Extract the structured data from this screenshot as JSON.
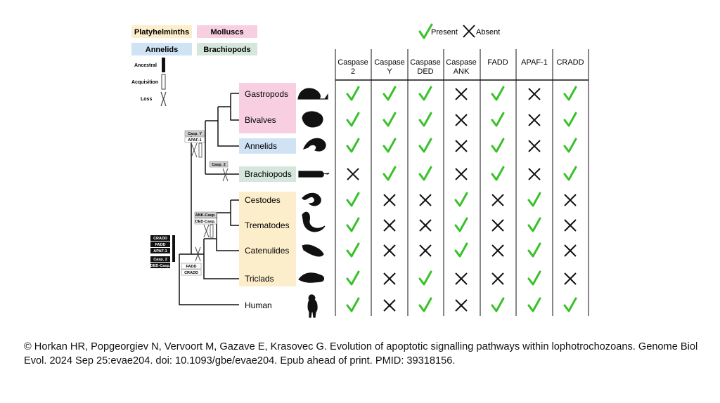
{
  "legend": {
    "groups": [
      {
        "label": "Platyhelminths",
        "color": "#fdeecb"
      },
      {
        "label": "Molluscs",
        "color": "#f8cfe0"
      },
      {
        "label": "Annelids",
        "color": "#cfe3f5"
      },
      {
        "label": "Brachiopods",
        "color": "#d5e6dc"
      }
    ],
    "events": {
      "ancestral": "Ancestral",
      "acquisition": "Acquisition",
      "loss": "Loss"
    },
    "present": "Present",
    "absent": "Absent"
  },
  "colors": {
    "check": "#39c12a",
    "cross": "#111111"
  },
  "columns": [
    [
      "Caspase",
      "2"
    ],
    [
      "Caspase",
      "Y"
    ],
    [
      "Caspase",
      "DED"
    ],
    [
      "Caspase",
      "ANK"
    ],
    [
      "FADD"
    ],
    [
      "APAF-1"
    ],
    [
      "CRADD"
    ]
  ],
  "taxa": [
    {
      "name": "Gastropods",
      "group": "Molluscs",
      "silhouette": "snail-icon",
      "values": [
        1,
        1,
        1,
        0,
        1,
        0,
        1
      ]
    },
    {
      "name": "Bivalves",
      "group": "Molluscs",
      "silhouette": "bivalve-icon",
      "values": [
        1,
        1,
        1,
        0,
        1,
        0,
        1
      ]
    },
    {
      "name": "Annelids",
      "group": "Annelids",
      "silhouette": "annelid-worm-icon",
      "values": [
        1,
        1,
        1,
        0,
        1,
        0,
        1
      ]
    },
    {
      "name": "Brachiopods",
      "group": "Brachiopods",
      "silhouette": "brachiopod-icon",
      "values": [
        0,
        1,
        1,
        0,
        1,
        0,
        1
      ]
    },
    {
      "name": "Cestodes",
      "group": "Platyhelminths",
      "silhouette": "tapeworm-icon",
      "values": [
        1,
        0,
        0,
        1,
        0,
        1,
        0
      ]
    },
    {
      "name": "Trematodes",
      "group": "Platyhelminths",
      "silhouette": "fluke-icon",
      "values": [
        1,
        0,
        0,
        1,
        0,
        1,
        0
      ]
    },
    {
      "name": "Catenulides",
      "group": "Platyhelminths",
      "silhouette": "catenulid-icon",
      "values": [
        1,
        0,
        0,
        1,
        0,
        1,
        0
      ]
    },
    {
      "name": "Triclads",
      "group": "Platyhelminths",
      "silhouette": "planarian-icon",
      "values": [
        1,
        0,
        1,
        0,
        0,
        1,
        0
      ]
    },
    {
      "name": "Human",
      "group": "",
      "silhouette": "human-icon",
      "values": [
        1,
        0,
        1,
        0,
        1,
        1,
        1
      ]
    }
  ],
  "tree_events": {
    "root_ancestral": [
      "CRADD",
      "FADD",
      "APAF-1",
      "Casp. 2",
      "DED-Casp."
    ],
    "lophotrochozoa_acquisition": [
      "Casp. Y",
      "APAF-1"
    ],
    "brachiopod_loss": [
      "Casp. 2"
    ],
    "platyhelminth_acquisition": [
      "ANK-Casp.",
      "DED-Casp."
    ],
    "platyhelminth_loss": [
      "FADD",
      "CRADD"
    ]
  },
  "citation": "© Horkan HR, Popgeorgiev N, Vervoort M, Gazave E, Krasovec G. Evolution of apoptotic signalling pathways within lophotrochozoans. Genome Biol Evol. 2024 Sep 25:evae204. doi: 10.1093/gbe/evae204. Epub ahead of print. PMID: 39318156."
}
